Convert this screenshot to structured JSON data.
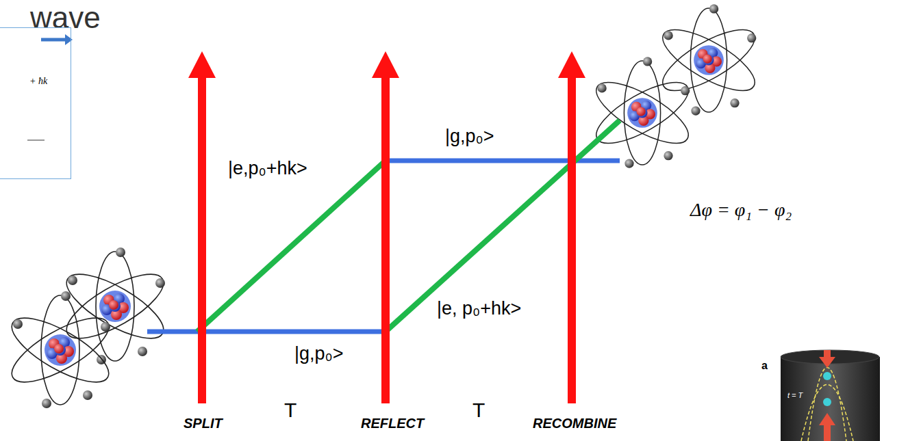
{
  "diagram": {
    "title": "wave",
    "nodes": [
      {
        "text": [
          "+ ħk"
        ]
      }
    ],
    "labels": [
      "|e,p₀+hk>",
      "|g,p₀>",
      "|g,p₀>",
      "|e, p₀+hk>",
      "T",
      "T",
      "SPLIT",
      "REFLECT",
      "RECOMBINE",
      "Δφ = φ₁ − φ₂",
      "a",
      "t = T"
    ]
  }
}
